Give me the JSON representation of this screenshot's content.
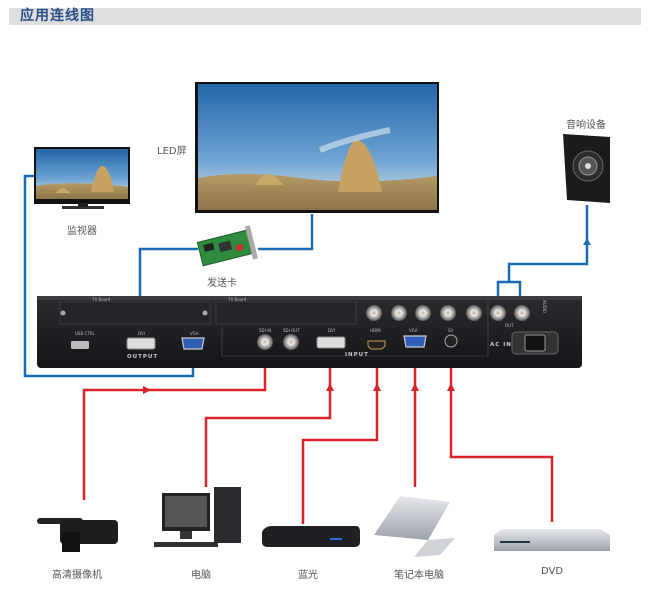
{
  "header": {
    "title": "应用连线图"
  },
  "labels": {
    "monitor": "监视器",
    "led_screen": "LED屏",
    "sender_card": "发送卡",
    "audio_device": "音响设备",
    "camcorder": "高清摄像机",
    "computer": "电脑",
    "bluray": "蓝光",
    "laptop": "笔记本电脑",
    "dvd": "DVD"
  },
  "panel": {
    "tx_board_1": "TX Board",
    "tx_board_2": "TX Board",
    "usb": "USB CTRL",
    "out_dvi": "DVI",
    "out_vga": "VGA",
    "output_group": "OUTPUT",
    "sdi_in": "SDI IN",
    "sdi_out": "SDI OUT",
    "in_dvi": "DVI",
    "in_hdmi": "HDMI",
    "in_vga": "VGA",
    "in_sv": "SV",
    "input_group": "INPUT",
    "audio_out": "OUT",
    "audio_group": "AUDIO",
    "ac_in": "AC IN"
  },
  "colors": {
    "output_line": "#1a6db5",
    "input_line": "#d8232a",
    "title_text": "#2a4f86",
    "title_bg": "#dedede",
    "panel": "#1e1f22"
  }
}
